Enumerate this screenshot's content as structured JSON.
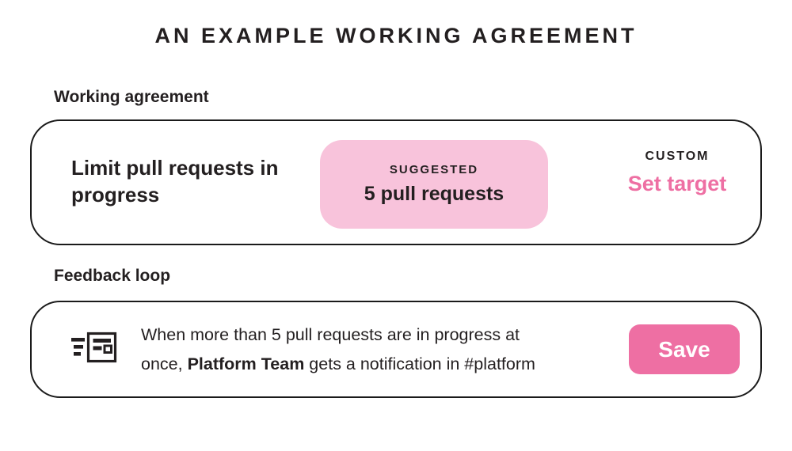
{
  "page": {
    "title": "AN EXAMPLE WORKING AGREEMENT"
  },
  "colors": {
    "text": "#231F20",
    "border": "#1A1A1A",
    "light_pink": "#F8C3DB",
    "accent_pink": "#EE6FA3",
    "button_text": "#FFFFFF",
    "background": "#FFFFFF"
  },
  "working_agreement": {
    "section_label": "Working agreement",
    "rule_title": "Limit pull requests in progress",
    "suggested": {
      "label": "SUGGESTED",
      "value": "5 pull requests"
    },
    "custom": {
      "label": "CUSTOM",
      "action": "Set target"
    }
  },
  "feedback_loop": {
    "section_label": "Feedback loop",
    "icon": "notification-send-icon",
    "message": {
      "line1": "When more than 5 pull requests are in progress at",
      "line2_pre": "once, ",
      "line2_bold": "Platform Team",
      "line2_post": " gets a notification in #platform"
    },
    "save_label": "Save"
  }
}
